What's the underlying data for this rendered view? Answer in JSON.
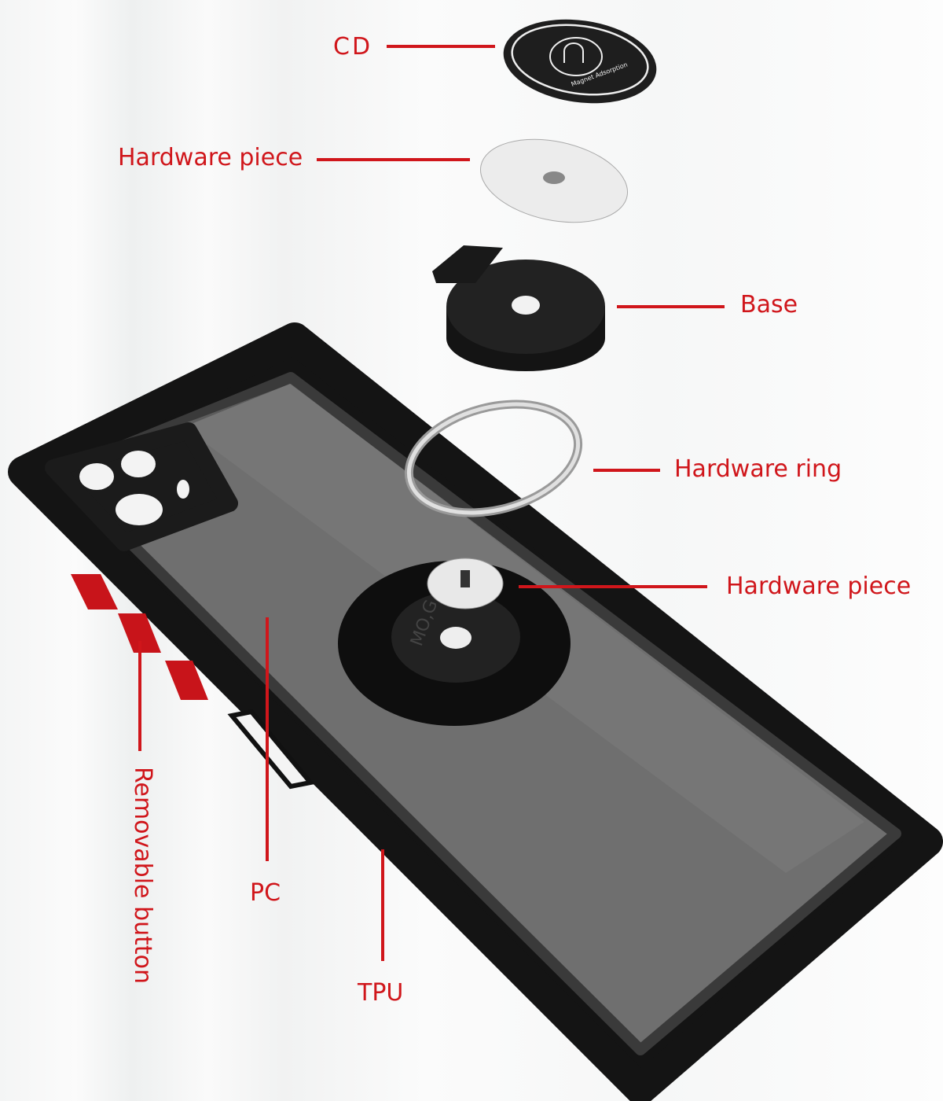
{
  "labels": {
    "cd": "CD",
    "hardware_piece_top": "Hardware piece",
    "base": "Base",
    "hardware_ring": "Hardware ring",
    "hardware_piece_mid": "Hardware piece",
    "removable_button": "Removable button",
    "pc": "PC",
    "tpu": "TPU"
  },
  "cd_disc_text": "Magnet Adsorption",
  "base_engraving": "MO,G",
  "colors": {
    "accent": "#d0161b",
    "case": "#111111",
    "back": "#6e6e6e"
  }
}
